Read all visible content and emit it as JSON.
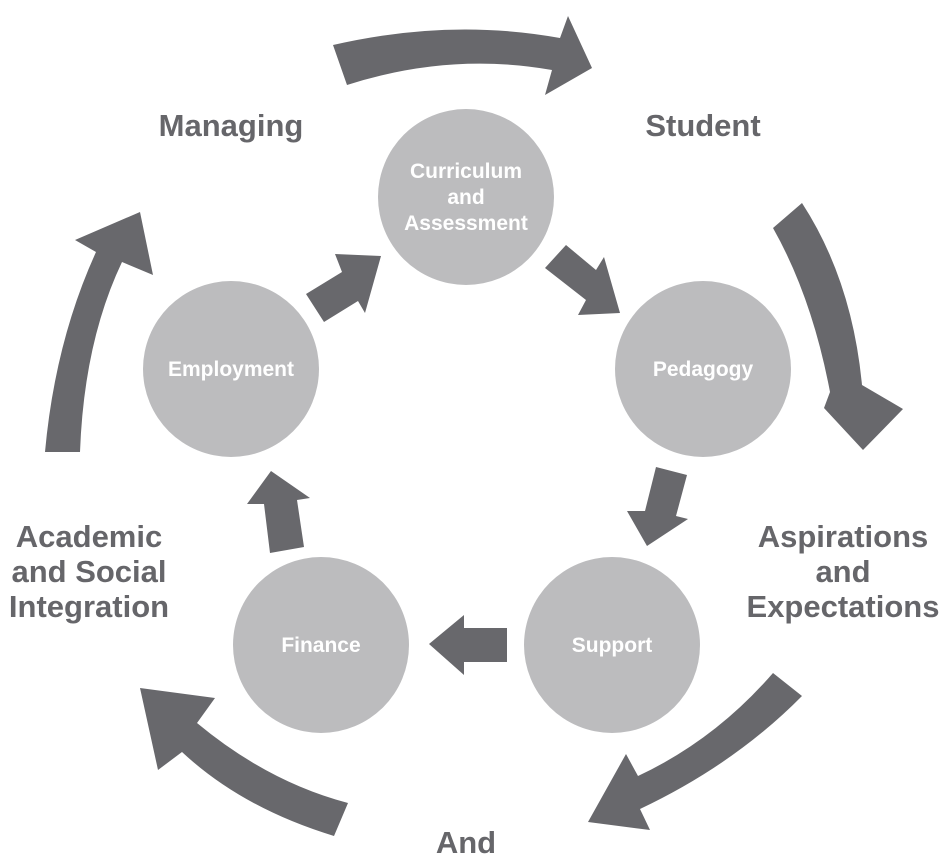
{
  "colors": {
    "arrow": "#68686c",
    "node": "#bcbcbe",
    "outer_text": "#66666a",
    "node_text": "#ffffff",
    "background": "#ffffff"
  },
  "outer_labels": {
    "managing": "Managing",
    "student": "Student",
    "aspirations": [
      "Aspirations",
      "and",
      "Expectations"
    ],
    "and": "And",
    "academic": [
      "Academic",
      "and Social",
      "Integration"
    ]
  },
  "nodes": {
    "curriculum": [
      "Curriculum",
      "and",
      "Assessment"
    ],
    "pedagogy": "Pedagogy",
    "support": "Support",
    "finance": "Finance",
    "employment": "Employment"
  }
}
